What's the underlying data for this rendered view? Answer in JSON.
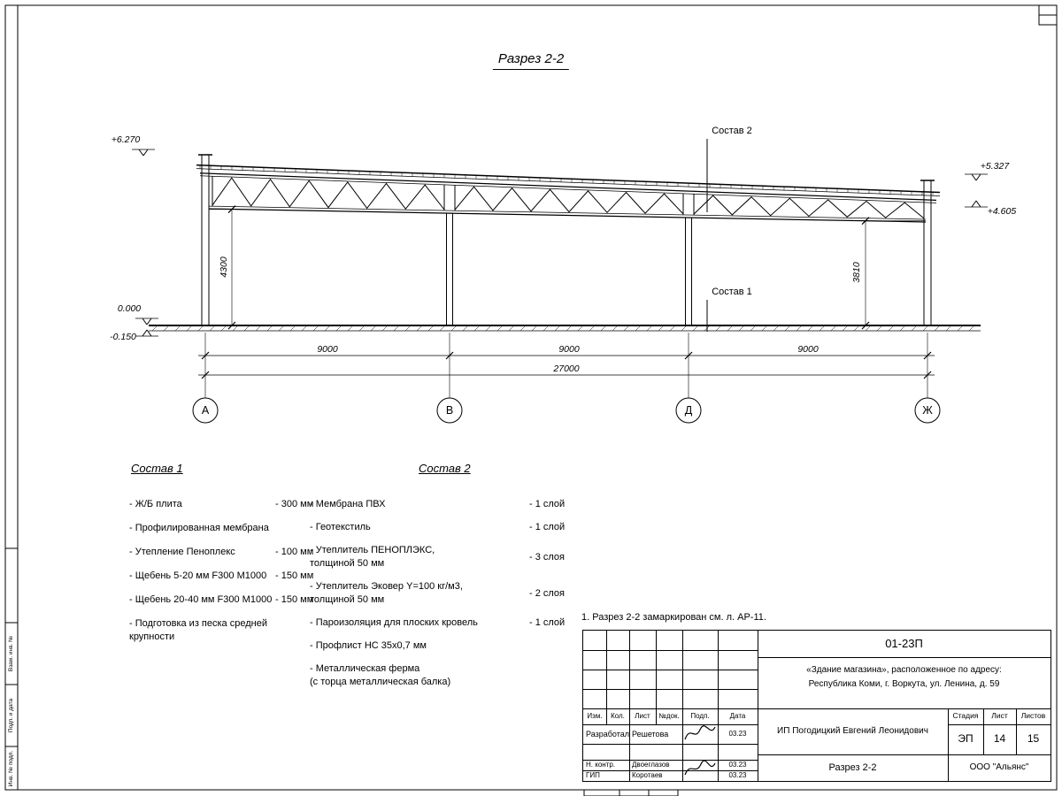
{
  "sheet": {
    "title": "Разрез 2-2"
  },
  "drawing": {
    "callout_top": "Состав 2",
    "callout_bottom": "Состав 1",
    "elev_left_top": "+6.270",
    "elev_zero": "0.000",
    "elev_below": "-0.150",
    "elev_right_top": "+5.327",
    "elev_right_mid": "+4.605",
    "dim_left_height": "4300",
    "dim_right_height": "3810",
    "span1": "9000",
    "span2": "9000",
    "span3": "9000",
    "total": "27000",
    "axis1": "А",
    "axis2": "В",
    "axis3": "Д",
    "axis4": "Ж"
  },
  "sostav1": {
    "heading": "Состав 1",
    "items": [
      {
        "name": "- Ж/Б плита",
        "value": "- 300 мм"
      },
      {
        "name": "- Профилированная мембрана",
        "value": ""
      },
      {
        "name": "- Утепление Пеноплекс",
        "value": "- 100 мм"
      },
      {
        "name": "-  Щебень 5-20 мм F300 М1000",
        "value": "- 150 мм"
      },
      {
        "name": "-  Щебень 20-40 мм F300 М1000",
        "value": "- 150 мм"
      },
      {
        "name": "- Подготовка из песка средней\n  крупности",
        "value": ""
      }
    ]
  },
  "sostav2": {
    "heading": "Состав 2",
    "items": [
      {
        "name": "- Мембрана ПВХ",
        "value": "- 1 слой"
      },
      {
        "name": "- Геотекстиль",
        "value": "- 1 слой"
      },
      {
        "name": "- Утеплитель ПЕНОПЛЭКС,\n  толщиной 50 мм",
        "value": "- 3 слоя"
      },
      {
        "name": "- Утеплитель Эковер Y=100 кг/м3,\n  толщиной 50 мм",
        "value": "- 2 слоя"
      },
      {
        "name": "- Пароизоляция для плоских кровель",
        "value": "- 1 слой"
      },
      {
        "name": "- Профлист НС 35х0,7 мм",
        "value": ""
      },
      {
        "name": "- Металлическая ферма\n  (с торца металлическая балка)",
        "value": ""
      }
    ]
  },
  "note": "1. Разрез 2-2 замаркирован см. л. АР-11.",
  "titleblock": {
    "code": "01-23П",
    "address1": "«Здание магазина», расположенное по адресу:",
    "address2": "Республика Коми, г. Воркута, ул. Ленина, д. 59",
    "client": "ИП Погодицкий Евгений Леонидович",
    "drawing_name": "Разрез 2-2",
    "company": "ООО \"Альянс\"",
    "stage_label": "Стадия",
    "sheet_label": "Лист",
    "sheets_label": "Листов",
    "stage": "ЭП",
    "sheet": "14",
    "sheets": "15",
    "col_izm": "Изм.",
    "col_kol": "Кол.",
    "col_list": "Лист",
    "col_ndoc": "№док.",
    "col_podp": "Подп.",
    "col_data": "Дата",
    "row1_role": "Разработал",
    "row1_name": "Решетова",
    "row1_date": "03.23",
    "row2_role": "Н. контр.",
    "row2_name": "Двоеглазов",
    "row2_date": "03.23",
    "row3_role": "ГИП",
    "row3_name": "Коротаев",
    "row3_date": "03.23"
  },
  "margins": {
    "label1": "Взам. инв. №",
    "label2": "Подп. и дата",
    "label3": "Инв. № подл."
  }
}
